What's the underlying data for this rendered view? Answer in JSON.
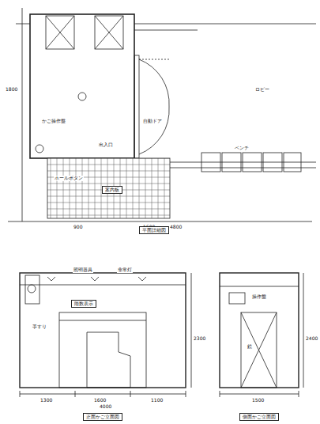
{
  "diagram": {
    "nodes": [
      {
        "text": [
          "平面詳細図"
        ]
      },
      {
        "text": [
          "案内板"
        ]
      },
      {
        "text": [
          "正面かご立面図"
        ]
      },
      {
        "text": [
          "側面かご立面図"
        ]
      },
      {
        "text": [
          "階数表示"
        ]
      }
    ],
    "labels": [
      "ロビー",
      "かご操作盤",
      "出入口",
      "自動ドア",
      "ホールボタン",
      "ベンチ",
      "4800",
      "1800",
      "900",
      "1600",
      "照明器具",
      "非常灯",
      "手すり",
      "1300",
      "1600",
      "1100",
      "4000",
      "2300",
      "操作盤",
      "鏡",
      "1500",
      "2400"
    ]
  }
}
